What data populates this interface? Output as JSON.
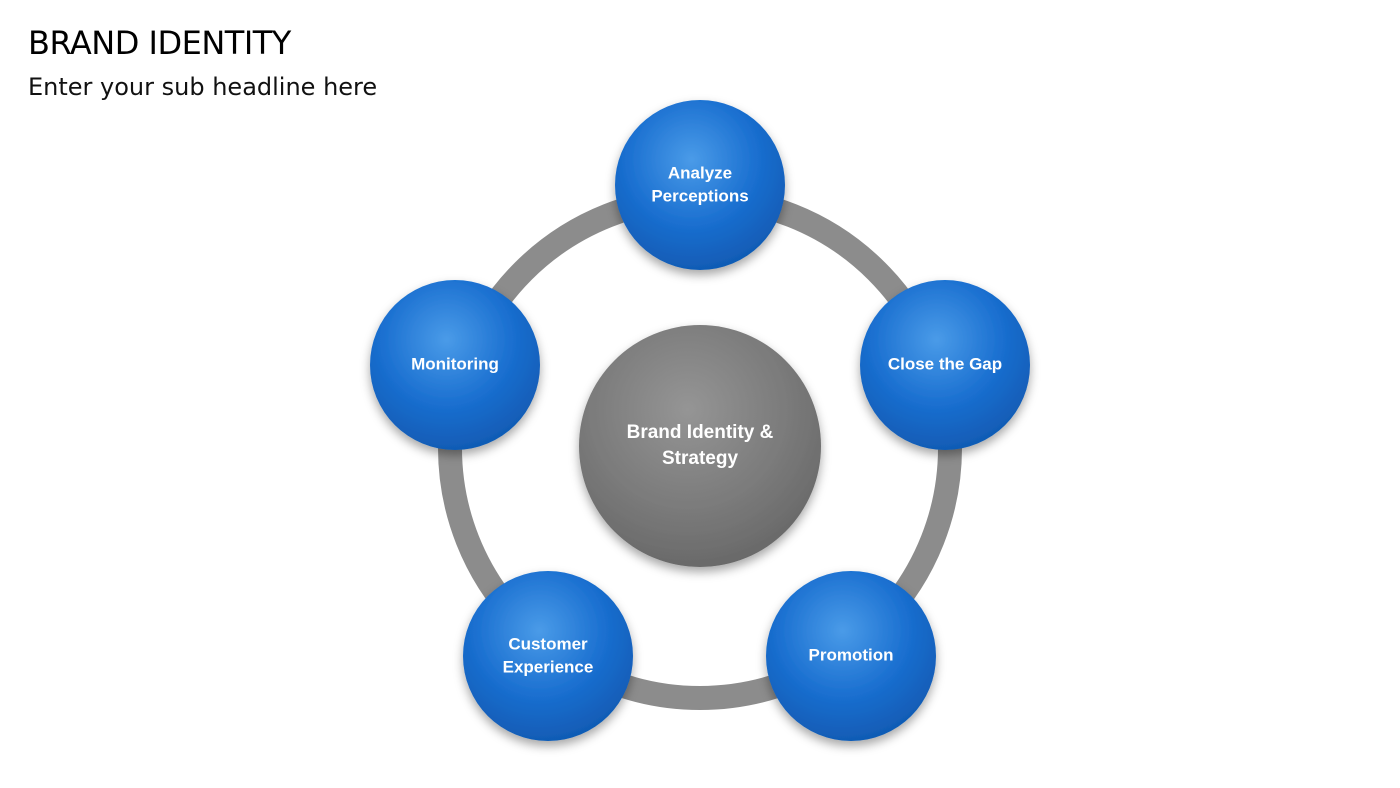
{
  "header": {
    "title": "BRAND IDENTITY",
    "subtitle": "Enter your sub headline here"
  },
  "diagram": {
    "center": {
      "line1": "Brand Identity &",
      "line2": "Strategy"
    },
    "nodes": [
      {
        "id": "analyze",
        "line1": "Analyze",
        "line2": "Perceptions"
      },
      {
        "id": "close-gap",
        "line1": "Close the Gap",
        "line2": ""
      },
      {
        "id": "promotion",
        "line1": "Promotion",
        "line2": ""
      },
      {
        "id": "customer-experience",
        "line1": "Customer",
        "line2": "Experience"
      },
      {
        "id": "monitoring",
        "line1": "Monitoring",
        "line2": ""
      }
    ],
    "colors": {
      "node_blue": "#1565c0",
      "node_blue_light": "#3f8fe0",
      "center_gray": "#7a7a7a",
      "ring_gray": "#8c8c8c",
      "label": "#ffffff"
    }
  }
}
